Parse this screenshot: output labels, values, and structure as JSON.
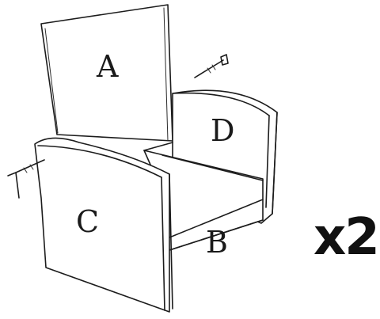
{
  "parts": {
    "a": "A",
    "b": "B",
    "c": "C",
    "d": "D"
  },
  "quantity": "x2",
  "icons": {
    "bolt_top": "bolt-icon",
    "allen_key": "allen-key-icon"
  }
}
